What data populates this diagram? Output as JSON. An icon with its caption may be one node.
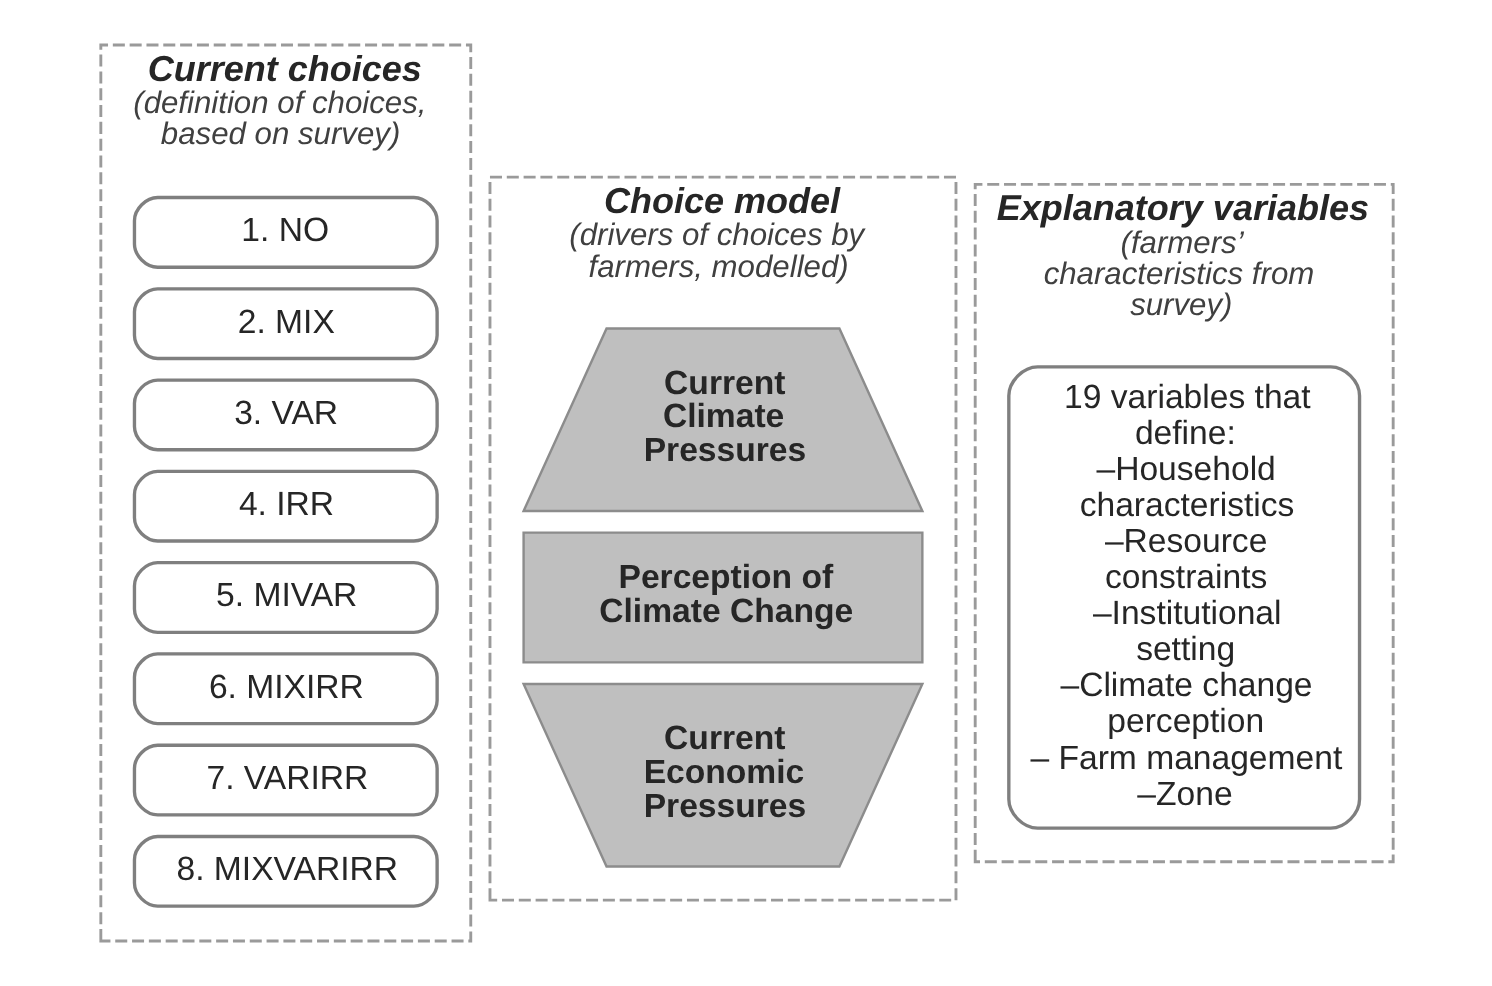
{
  "diagram": {
    "nodes": [
      {
        "text": [
          "Current choices",
          "(definition of choices, based on survey)"
        ]
      },
      {
        "text": [
          "1. NO"
        ],
        "in": 0
      },
      {
        "text": [
          "2. MIX"
        ],
        "in": 0
      },
      {
        "text": [
          "3. VAR"
        ],
        "in": 0
      },
      {
        "text": [
          "4. IRR"
        ],
        "in": 0
      },
      {
        "text": [
          "5. MIVAR"
        ],
        "in": 0
      },
      {
        "text": [
          "6. MIXIRR"
        ],
        "in": 0
      },
      {
        "text": [
          "7. VARIRR"
        ],
        "in": 0
      },
      {
        "text": [
          "8. MIXVARIRR"
        ],
        "in": 0
      },
      {
        "text": [
          "Choice model",
          "(drivers of choices by farmers, modelled)"
        ]
      },
      {
        "text": [
          "Current Climate Pressures"
        ],
        "in": 9
      },
      {
        "text": [
          "Perception of Climate Change"
        ],
        "in": 9
      },
      {
        "text": [
          "Current Economic Pressures"
        ],
        "in": 9
      },
      {
        "text": [
          "Explanatory variables",
          "(farmers’ characteristics from survey)"
        ]
      },
      {
        "text": [
          "19 variables that define:",
          "–Household characteristics",
          "–Resource constraints",
          "–Institutional setting",
          "–Climate change perception",
          "– Farm management",
          "–Zone"
        ],
        "in": 13
      }
    ]
  }
}
